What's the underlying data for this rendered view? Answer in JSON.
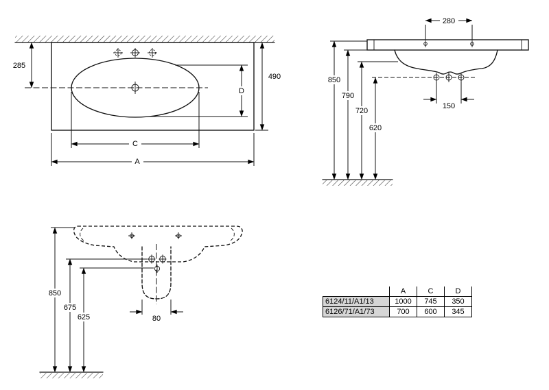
{
  "views": {
    "plan": {
      "dims": {
        "wall_to_drain": "285",
        "depth": "490",
        "bowl_depth": "D",
        "bowl_width": "C",
        "overall_width": "A"
      }
    },
    "front": {
      "dims": {
        "top_hole_spacing": "280",
        "lower_hole_spacing": "150",
        "height_rim": "850",
        "height_under_rim": "790",
        "height_front_edge": "720",
        "height_fixing_holes": "620"
      }
    },
    "profile": {
      "dims": {
        "height_rim": "850",
        "height_675": "675",
        "height_625": "625",
        "trap_width": "80"
      }
    }
  },
  "table": {
    "col_headers": [
      "A",
      "C",
      "D"
    ],
    "rows": [
      {
        "model": "6124/11/A1/13",
        "a": "1000",
        "c": "745",
        "d": "350"
      },
      {
        "model": "6126/71/A1/73",
        "a": "700",
        "c": "600",
        "d": "345"
      }
    ]
  },
  "colors": {
    "line": "#111111",
    "hatch": "#3a3a3a",
    "table_model_bg": "#d6d6d6",
    "background": "#ffffff"
  }
}
